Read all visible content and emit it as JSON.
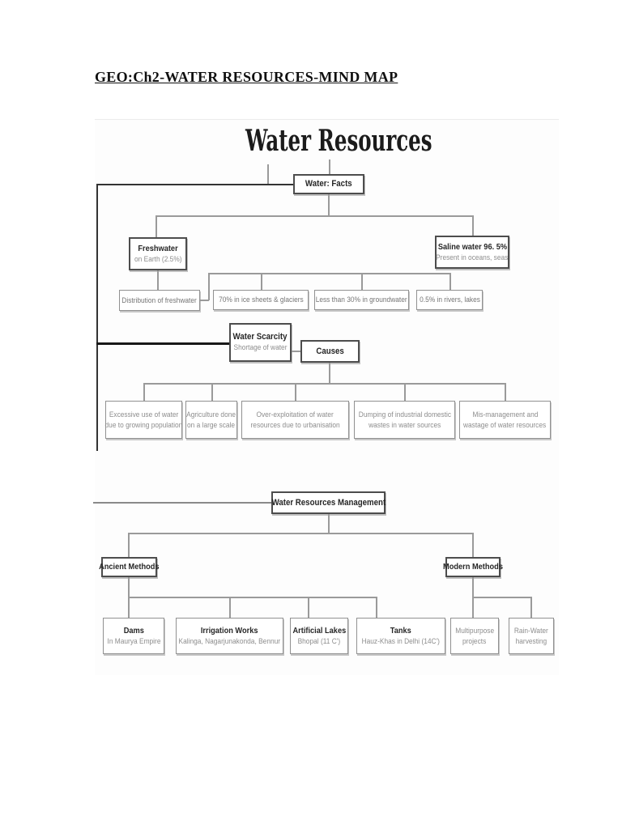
{
  "page": {
    "heading": "GEO:Ch2-WATER RESOURCES-MIND MAP"
  },
  "map1": {
    "title": "Water Resources",
    "facts_label": "Water: Facts",
    "freshwater": {
      "title": "Freshwater",
      "sub": "on Earth (2.5%)"
    },
    "saline": {
      "title": "Saline water 96. 5%",
      "sub": "Present in oceans, seas"
    },
    "distribution_label": "Distribution of freshwater",
    "distribution_items": [
      "70% in ice sheets & glaciers",
      "Less than 30% in groundwater",
      "0.5% in rivers, lakes"
    ],
    "scarcity": {
      "title": "Water Scarcity",
      "sub": "Shortage of water"
    },
    "causes_label": "Causes",
    "causes": [
      {
        "line1": "Excessive use of water",
        "line2": "due to growing population"
      },
      {
        "line1": "Agriculture done",
        "line2": "on a large scale"
      },
      {
        "line1": "Over-exploitation of water",
        "line2": "resources due to urbanisation"
      },
      {
        "line1": "Dumping of industrial domestic",
        "line2": "wastes in water sources"
      },
      {
        "line1": "Mis-management and",
        "line2": "wastage of water resources"
      }
    ]
  },
  "map2": {
    "root_label": "Water Resources Management",
    "ancient_label": "Ancient Methods",
    "modern_label": "Modern Methods",
    "ancient_items": [
      {
        "title": "Dams",
        "sub": "In Maurya Empire"
      },
      {
        "title": "Irrigation Works",
        "sub": "Kalinga, Nagarjunakonda, Bennur"
      },
      {
        "title": "Artificial Lakes",
        "sub": "Bhopal (11 C')"
      },
      {
        "title": "Tanks",
        "sub": "Hauz-Khas in Delhi (14C')"
      }
    ],
    "modern_items": [
      {
        "line1": "Multipurpose",
        "line2": "projects"
      },
      {
        "line1": "Rain-Water",
        "line2": "harvesting"
      }
    ]
  }
}
